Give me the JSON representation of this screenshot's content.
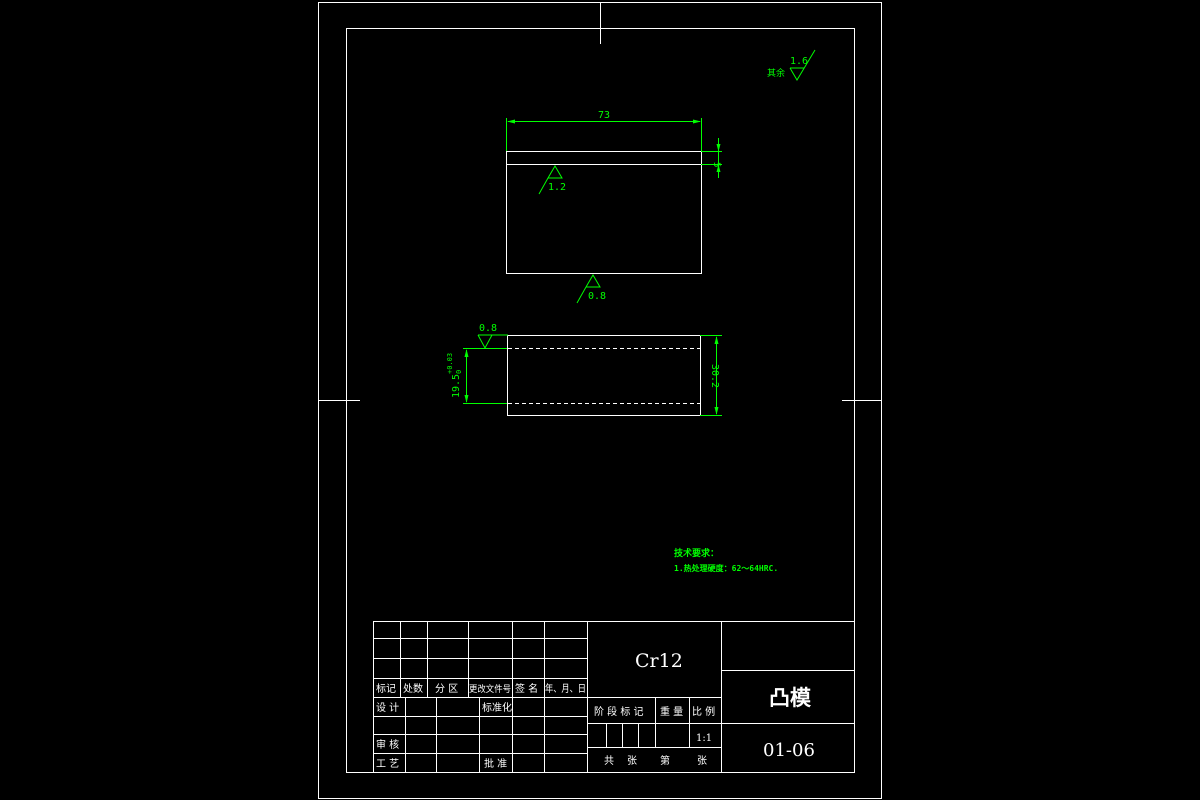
{
  "drawing": {
    "dims": {
      "length": "73",
      "step": "5",
      "height": "30.2",
      "bore": "19.5",
      "bore_tol_upper": "+0.03",
      "bore_tol_lower": "0"
    },
    "roughness": {
      "general": "1.6",
      "general_prefix": "其余",
      "top_step": "1.2",
      "bottom": "0.8",
      "side_view": "0.8"
    },
    "tech_req": {
      "title": "技术要求：",
      "line1": "1.热处理硬度：62～64HRC."
    },
    "title_block": {
      "material": "Cr12",
      "part_name": "凸模",
      "drawing_no": "01-06",
      "scale": "1:1",
      "labels": {
        "mark": "标记",
        "count": "处数",
        "zone": "分 区",
        "change_doc": "更改文件号",
        "signature": "签 名",
        "date": "年、月、日",
        "design": "设 计",
        "standardize": "标准化",
        "stage_mark": "阶 段 标 记",
        "weight": "重 量",
        "ratio": "比 例",
        "review": "审 核",
        "process": "工 艺",
        "approve": "批 准",
        "total": "共",
        "sheets1": "张",
        "page": "第",
        "sheets2": "张"
      }
    }
  }
}
